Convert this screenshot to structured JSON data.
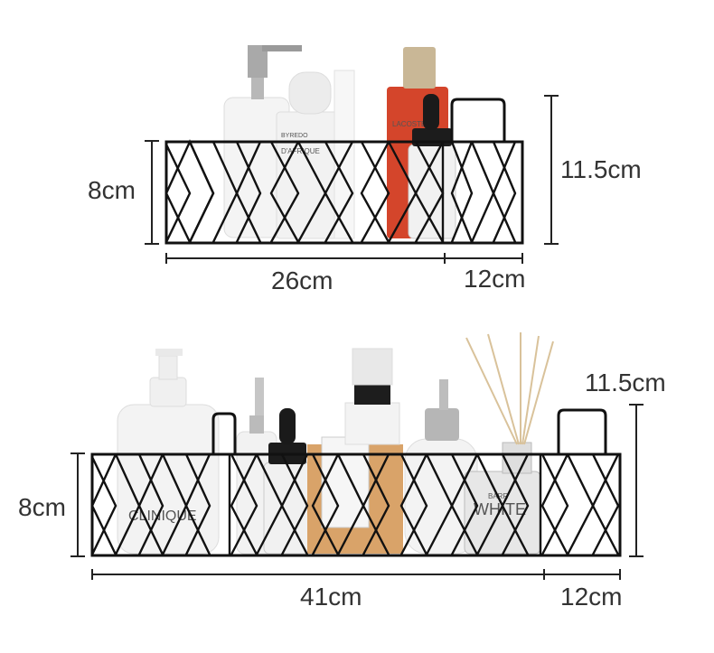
{
  "top_shelf": {
    "height_label": "8cm",
    "total_height_label": "11.5cm",
    "width_label": "26cm",
    "depth_label": "12cm",
    "products": {
      "bottle_a": "BYREDO",
      "bottle_b": "D'AFRIQUE",
      "bottle_c": "LACOSTE"
    }
  },
  "bottom_shelf": {
    "height_label": "8cm",
    "total_height_label": "11.5cm",
    "width_label": "41cm",
    "depth_label": "12cm",
    "products": {
      "bottle_a": "CLINIQUE",
      "diffuser_a": "BARR",
      "diffuser_b": "WHITE"
    }
  },
  "colors": {
    "wire": "#111111",
    "dimension_line": "#222222",
    "label": "#333333"
  }
}
